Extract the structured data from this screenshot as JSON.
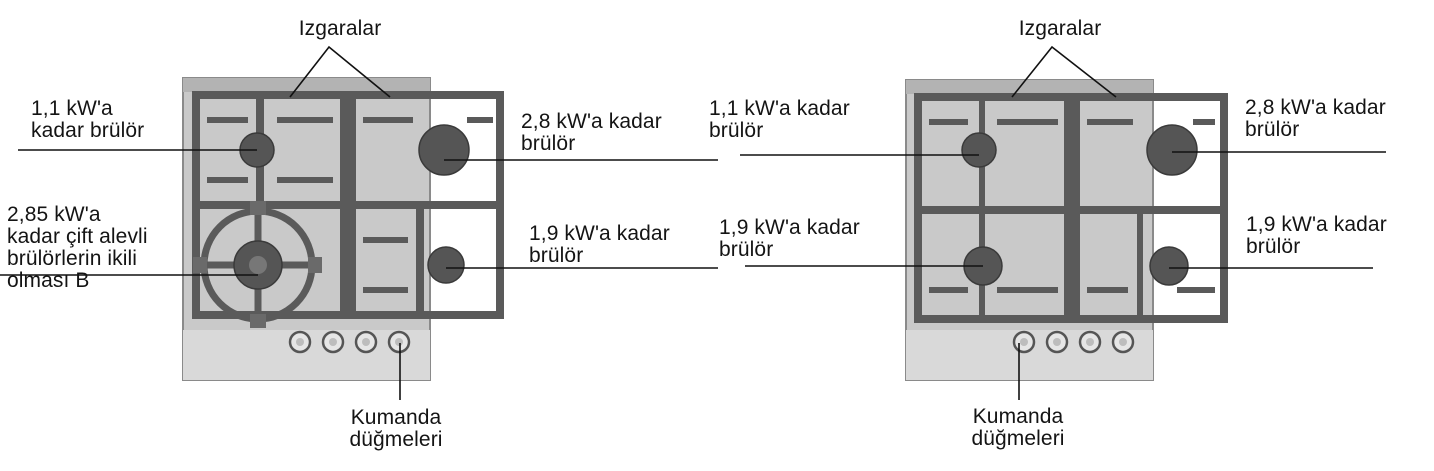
{
  "left_hob": {
    "grates_label": "Izgaralar",
    "burner_small_label": "1,1 kW'a\nkadar brülör",
    "burner_large_label": "2,8 kW'a kadar\nbrülör",
    "burner_wok_label": "2,85 kW'a\nkadar çift alevli\nbrülörlerin ikili\nolması B",
    "burner_medium_label": "1,9 kW'a kadar\nbrülör",
    "controls_label": "Kumanda\ndüğmeleri"
  },
  "right_hob": {
    "grates_label": "Izgaralar",
    "burner_small_label": "1,1 kW'a kadar\nbrülör",
    "burner_large_label": "2,8 kW'a kadar\nbrülör",
    "burner_medium_left_label": "1,9 kW'a kadar\nbrülör",
    "burner_medium_right_label": "1,9 kW'a kadar\nbrülör",
    "controls_label": "Kumanda\ndüğmeleri"
  },
  "colors": {
    "hob_surface": "#c9c9c9",
    "grate": "#5a5a5a",
    "burner": "#555555",
    "text": "#141414"
  }
}
